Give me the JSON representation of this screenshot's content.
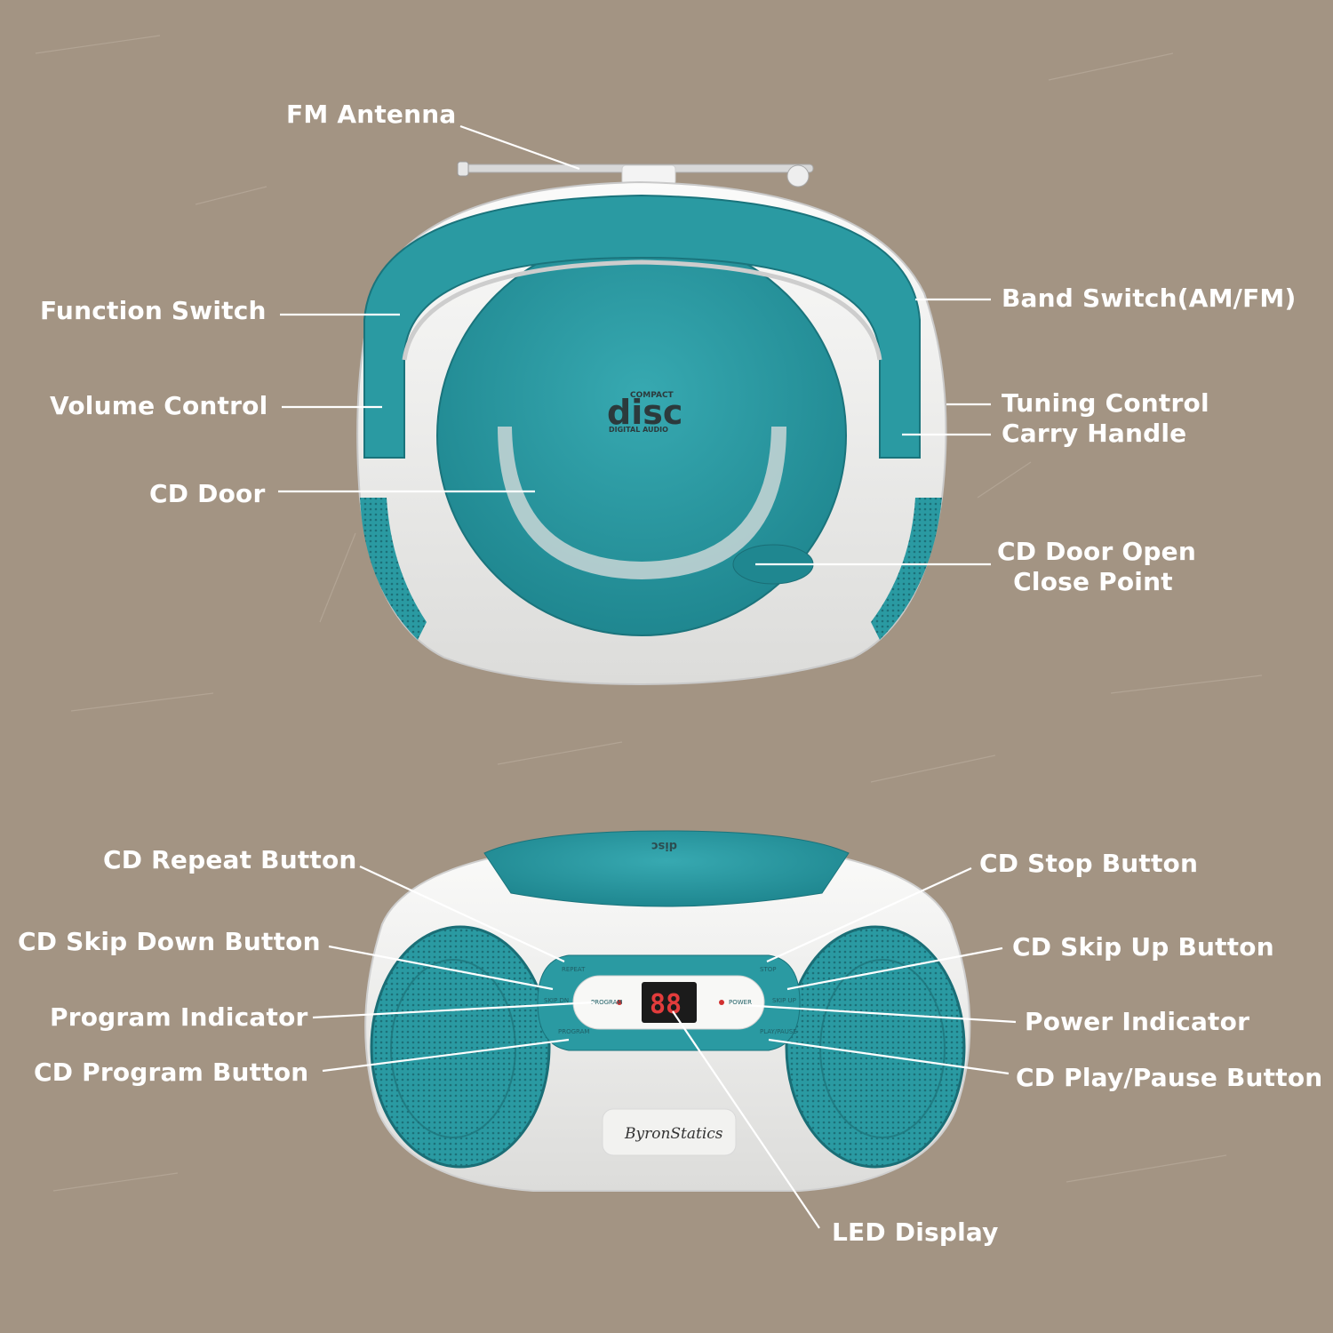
{
  "colors": {
    "background": "#a39483",
    "teal": "#2a9aa2",
    "teal_dark": "#1f7f87",
    "white_body": "#f4f4f2",
    "label_text": "#ffffff"
  },
  "top_view": {
    "disc_logo": {
      "compact": "COMPACT",
      "disc": "disc",
      "digital_audio": "DIGITAL AUDIO"
    }
  },
  "front_view": {
    "button_labels": {
      "repeat": "REPEAT",
      "skip_dn": "SKIP DN",
      "program": "PROGRAM",
      "stop": "STOP",
      "skip_up": "SKIP UP",
      "play_pause": "PLAY/PAUSE"
    },
    "indicator_labels": {
      "program": "PROGRAM",
      "power": "POWER"
    },
    "led_readout": "88",
    "top_disc_mark": "disc",
    "brand_logo": "ByronStatics"
  },
  "callouts": {
    "fm_antenna": "FM Antenna",
    "function_switch": "Function Switch",
    "volume_control": "Volume Control",
    "cd_door": "CD Door",
    "band_switch": "Band Switch(AM/FM)",
    "tuning_control": "Tuning Control",
    "carry_handle": "Carry Handle",
    "cd_door_open_line1": "CD Door Open",
    "cd_door_open_line2": "Close Point",
    "cd_repeat_button": "CD Repeat Button",
    "cd_skip_down_button": "CD Skip Down Button",
    "program_indicator": "Program Indicator",
    "cd_program_button": "CD Program Button",
    "cd_stop_button": "CD Stop Button",
    "cd_skip_up_button": "CD Skip Up Button",
    "power_indicator": "Power Indicator",
    "cd_play_pause_button": "CD Play/Pause Button",
    "led_display": "LED Display"
  }
}
